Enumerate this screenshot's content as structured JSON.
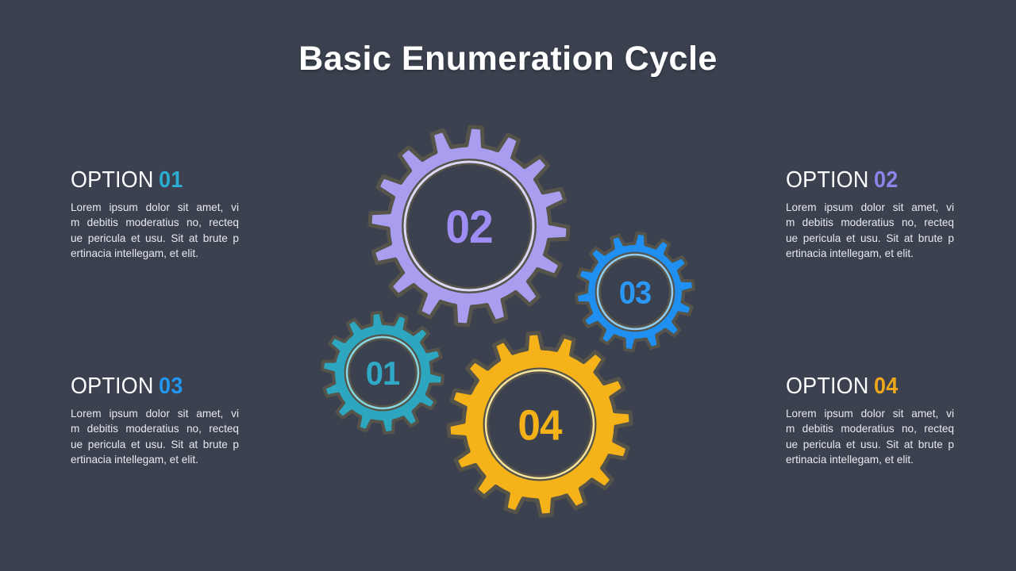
{
  "slide": {
    "title": "Basic Enumeration Cycle",
    "background_color": "#3b414f",
    "title_color": "#ffffff",
    "heading_text_color": "#fcfdfe",
    "body_text_color": "#e8eaee",
    "gear_outline_color": "#55534a"
  },
  "options": [
    {
      "label": "OPTION",
      "number": "01",
      "number_color": "#2badd3",
      "body_lines": [
        "Lorem ipsum dolor sit amet, vi",
        "m debitis moderatius no, recteq",
        "ue pericula et usu. Sit at brute p",
        "ertinacia intellegam, et elit."
      ]
    },
    {
      "label": "OPTION",
      "number": "02",
      "number_color": "#8d83e8",
      "body_lines": [
        "Lorem ipsum dolor sit amet, vi",
        "m debitis moderatius no, recteq",
        "ue pericula et usu. Sit at brute p",
        "ertinacia intellegam, et elit."
      ]
    },
    {
      "label": "OPTION",
      "number": "03",
      "number_color": "#2196f3",
      "body_lines": [
        "Lorem ipsum dolor sit amet, vi",
        "m debitis moderatius no, recteq",
        "ue pericula et usu. Sit at brute p",
        "ertinacia intellegam, et elit."
      ]
    },
    {
      "label": "OPTION",
      "number": "04",
      "number_color": "#efa71c",
      "body_lines": [
        "Lorem ipsum dolor sit amet, vi",
        "m debitis moderatius no, recteq",
        "ue pericula et usu. Sit at brute p",
        "ertinacia intellegam, et elit."
      ]
    }
  ],
  "gears": [
    {
      "number": "01",
      "body_color": "#2ca7bf",
      "ring_color": "#87d7e2",
      "number_color": "#2fa9c6"
    },
    {
      "number": "02",
      "body_color": "#a89def",
      "ring_color": "#dcd7f6",
      "number_color": "#9e8df2"
    },
    {
      "number": "03",
      "body_color": "#1f8ff2",
      "ring_color": "#90cdf5",
      "number_color": "#2a97f5"
    },
    {
      "number": "04",
      "body_color": "#f5b319",
      "ring_color": "#f7e49c",
      "number_color": "#f4b118"
    }
  ]
}
